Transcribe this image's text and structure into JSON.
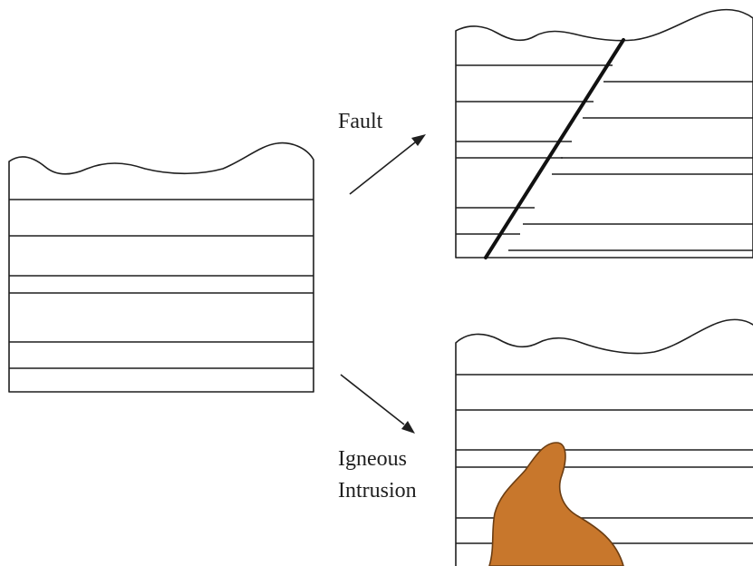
{
  "labels": {
    "fault": "Fault",
    "igneous_line1": "Igneous",
    "igneous_line2": "Intrusion"
  },
  "colors": {
    "line": "#1f1f1f",
    "intrusion_fill": "#c8772c",
    "intrusion_stroke": "#6b3d12",
    "background": "#ffffff"
  }
}
